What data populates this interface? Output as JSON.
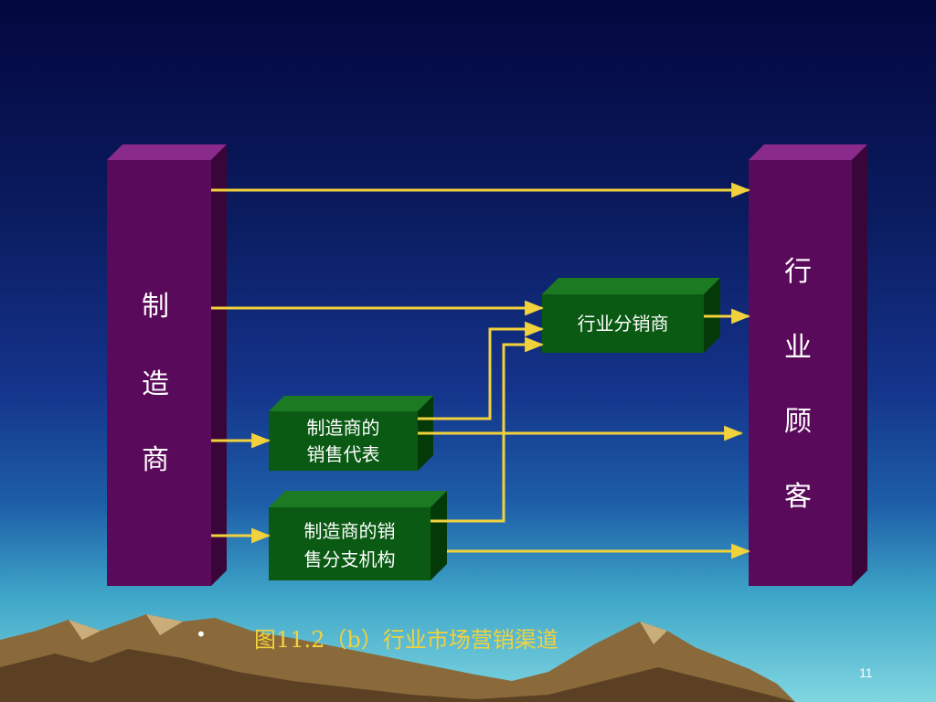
{
  "diagram": {
    "manufacturer": [
      "制",
      "造",
      "商"
    ],
    "industrial_customer": [
      "行",
      "业",
      "顾",
      "客"
    ],
    "industrial_distributor": "行业分销商",
    "sales_rep": [
      "制造商的",
      "销售代表"
    ],
    "sales_branch": [
      "制造商的销",
      "售分支机构"
    ]
  },
  "caption": {
    "bullet": "•",
    "text": "图11.2（b）行业市场营销渠道"
  },
  "page_number": "11",
  "colors": {
    "pillar_front": "#5a0a5a",
    "box_front": "#0a5a14",
    "arrow": "#f2d23c",
    "caption": "#f2d23c"
  }
}
